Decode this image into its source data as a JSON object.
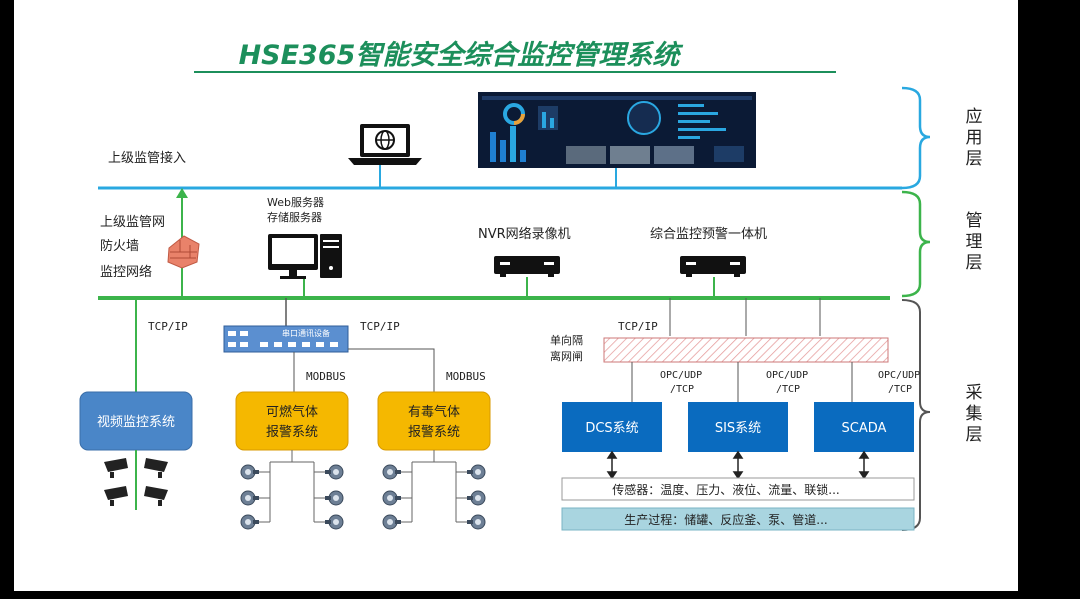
{
  "title": "HSE365智能安全综合监控管理系统",
  "layers": {
    "application": "应用层",
    "management": "管理层",
    "collection": "采集层"
  },
  "left_labels": {
    "upper_access": "上级监管接入",
    "upper_network": "上级监管网",
    "firewall": "防火墙",
    "monitor_network": "监控网络"
  },
  "servers": {
    "web": "Web服务器",
    "storage": "存储服务器"
  },
  "nvr": "NVR网络录像机",
  "integrated": "综合监控预警一体机",
  "serial_device": "串口通讯设备",
  "protocols": {
    "tcpip": "TCP/IP",
    "modbus": "MODBUS",
    "opc": "OPC/UDP",
    "tcp": "/TCP"
  },
  "gateway": "单向隔离网闸",
  "systems": {
    "video": "视频监控系统",
    "combustible_l1": "可燃气体",
    "combustible_l2": "报警系统",
    "toxic_l1": "有毒气体",
    "toxic_l2": "报警系统",
    "dcs": "DCS系统",
    "sis": "SIS系统",
    "scada": "SCADA"
  },
  "sensors": "传感器：温度、压力、液位、流量、联锁...",
  "process": "生产过程：储罐、反应釜、泵、管道...",
  "colors": {
    "title_green": "#1c8f5b",
    "line_green": "#3cb44b",
    "line_blue": "#29a8e0",
    "box_blue": "#4a86c8",
    "box_orange": "#f5b800",
    "dcs_blue": "#0a6bbf",
    "process_bg": "#a9d5e0"
  }
}
